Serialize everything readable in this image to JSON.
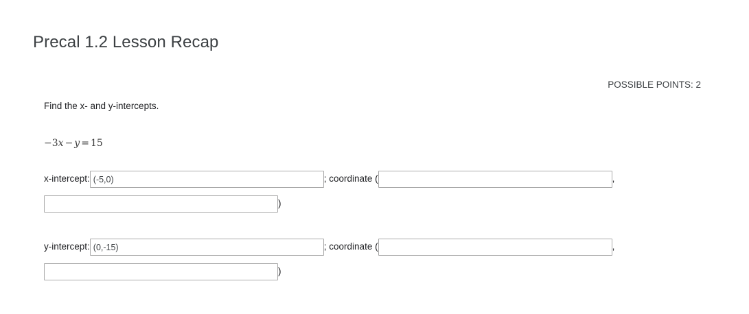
{
  "page": {
    "title": "Precal 1.2 Lesson Recap",
    "possible_points": "POSSIBLE POINTS: 2",
    "background_color": "#ffffff",
    "title_color": "#3c4043",
    "text_color": "#202124",
    "input_border_color": "#a9a9a9"
  },
  "question": {
    "prompt": "Find the x- and y-intercepts.",
    "equation": {
      "full_text": "-3x - y = 15",
      "term1_sign": "−",
      "coefficient": "3",
      "variable1": "x",
      "operator": "−",
      "variable2": "y",
      "equals": "=",
      "result": "15"
    },
    "rows": [
      {
        "label": "x-intercept:",
        "value": "(-5,0)",
        "placeholder": "",
        "separator": "; coordinate (",
        "coordinate_x_value": "",
        "coordinate_x_placeholder": "",
        "comma": ",",
        "coordinate_y_value": "",
        "coordinate_y_placeholder": "",
        "close_paren": ")"
      },
      {
        "label": "y-intercept:",
        "value": "(0,-15)",
        "placeholder": "",
        "separator": "; coordinate (",
        "coordinate_x_value": "",
        "coordinate_x_placeholder": "",
        "comma": ",",
        "coordinate_y_value": "",
        "coordinate_y_placeholder": "",
        "close_paren": ")"
      }
    ]
  }
}
